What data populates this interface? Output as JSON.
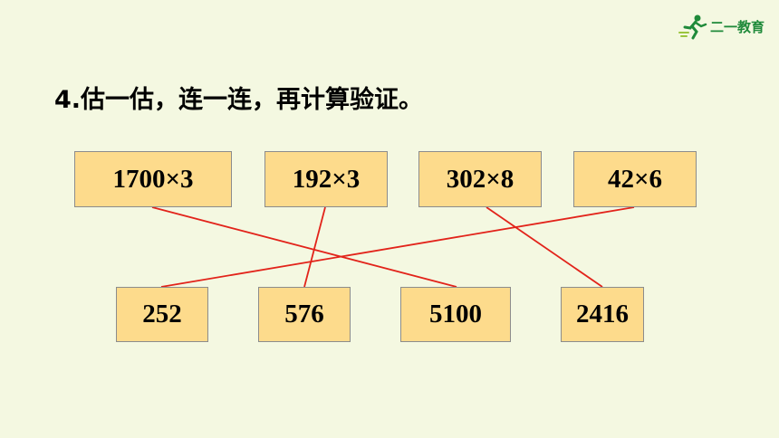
{
  "logo": {
    "text": "二一教育",
    "icon": "running-figure-icon"
  },
  "title": "4.估一估，连一连，再计算验证。",
  "expressions": [
    "1700×3",
    "192×3",
    "302×8",
    "42×6"
  ],
  "results": [
    "252",
    "576",
    "5100",
    "2416"
  ],
  "connections": [
    {
      "from": "1700×3",
      "to": "5100"
    },
    {
      "from": "192×3",
      "to": "576"
    },
    {
      "from": "302×8",
      "to": "2416"
    },
    {
      "from": "42×6",
      "to": "252"
    }
  ],
  "colors": {
    "background": "#F4F8E1",
    "box_fill": "#FDDB8C",
    "line": "#E2231A",
    "logo": "#1F8A3A"
  }
}
